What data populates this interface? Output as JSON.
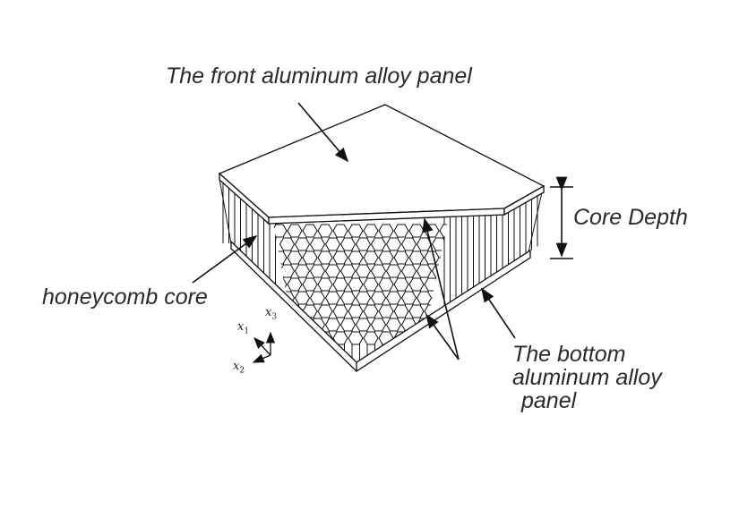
{
  "labels": {
    "front_panel": "The front aluminum alloy panel",
    "core_depth": "Core Depth",
    "honeycomb_core": "honeycomb core",
    "bottom_panel_line1": "The bottom",
    "bottom_panel_line2": "aluminum alloy",
    "bottom_panel_line3": "panel"
  },
  "axes": {
    "x1": "x",
    "x1_sub": "1",
    "x2": "x",
    "x2_sub": "2",
    "x3": "x",
    "x3_sub": "3"
  }
}
